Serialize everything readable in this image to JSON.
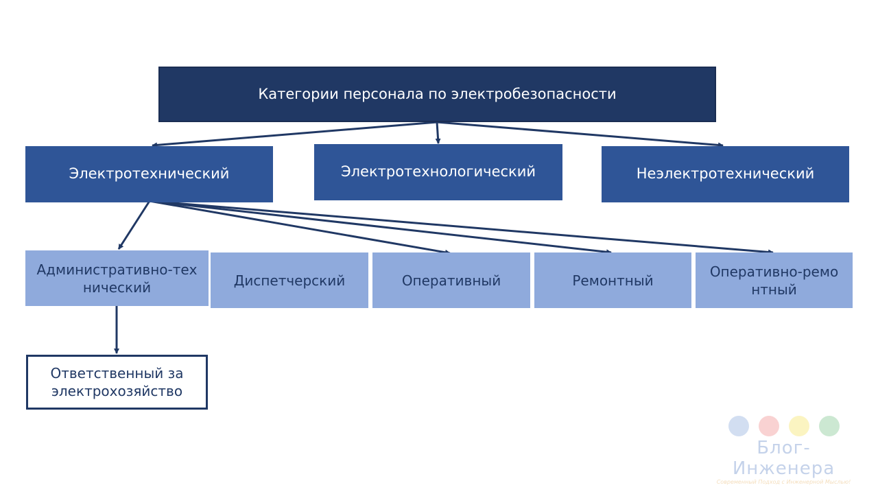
{
  "root": "Категории персонала по электробезопасности",
  "level2": [
    "Электротехнический",
    "Электротехнологический",
    "Неэлектротехнический"
  ],
  "level3": [
    "Административно-технический",
    "Диспетчерский",
    "Оперативный",
    "Ремонтный",
    "Оперативно-ремонтный"
  ],
  "level4": "Ответственный за электрохозяйство",
  "watermark": {
    "title": "Блог-Инженера",
    "subtitle": "Современный Подход с Инженерной Мыслью!"
  },
  "colors": {
    "root": "#203864",
    "level2": "#2F5597",
    "level3": "#8FAADC",
    "arrow": "#203864"
  }
}
